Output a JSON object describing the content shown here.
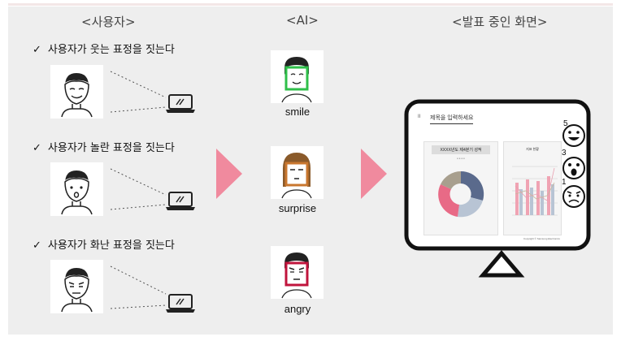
{
  "headers": {
    "user": "<사용자>",
    "ai": "<AI>",
    "presentation": "<발표 중인 화면>"
  },
  "user_rows": [
    {
      "label": "사용자가  웃는 표정을 짓는다"
    },
    {
      "label": "사용자가  놀란 표정을 짓는다"
    },
    {
      "label": "사용자가  화난 표정을 짓는다"
    }
  ],
  "ai_items": [
    {
      "label": "smile",
      "box_color": "#2fbf4a"
    },
    {
      "label": "surprise",
      "box_color": "#c9772f"
    },
    {
      "label": "angry",
      "box_color": "#c0143c"
    }
  ],
  "check_glyph": "✓",
  "slide": {
    "title": "제목을 입력하세요",
    "pie_title": "XXXX년도 제4분기 성적",
    "bar_title": "지표 현황",
    "footer_note": "Copyright © Samsung Electronics"
  },
  "emoji_counts": [
    {
      "count": "5",
      "icon": "smile-emoji-icon"
    },
    {
      "count": "3",
      "icon": "surprise-emoji-icon"
    },
    {
      "count": "1",
      "icon": "angry-emoji-icon"
    }
  ],
  "colors": {
    "arrow": "#f08a9e",
    "panel": "#eeeeee",
    "pie": [
      "#5a6a8c",
      "#b8c4d4",
      "#e86a86",
      "#a89f8e"
    ]
  }
}
